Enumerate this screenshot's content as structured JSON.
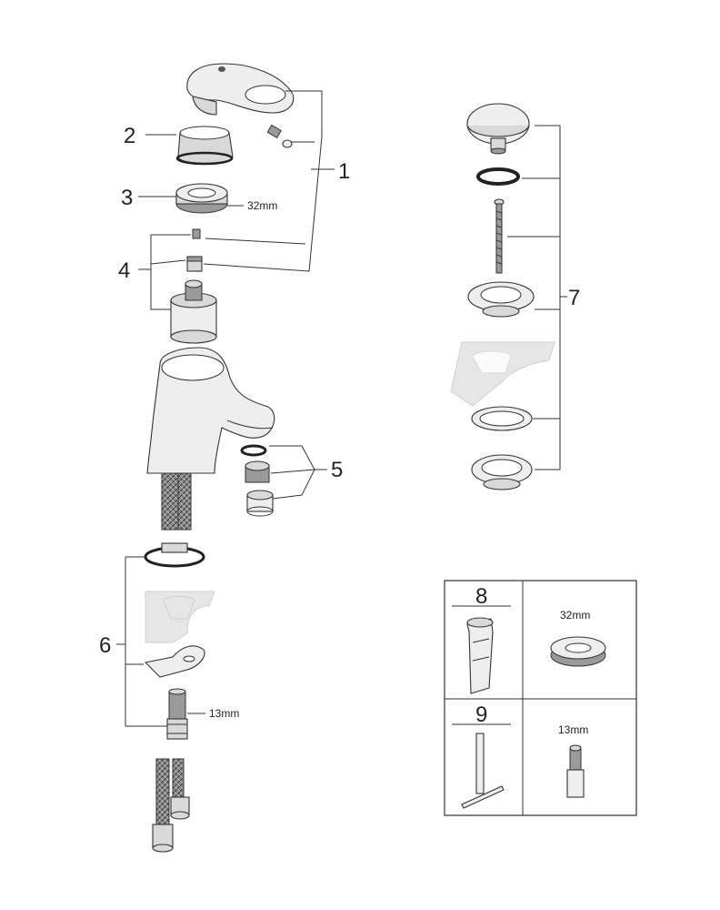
{
  "callouts": {
    "c1": "1",
    "c2": "2",
    "c3": "3",
    "c4": "4",
    "c5": "5",
    "c6": "6",
    "c7": "7"
  },
  "dimensions": {
    "nut_3": "32mm",
    "fix_6": "13mm"
  },
  "tool_table": {
    "item_8": "8",
    "item_8_size": "32mm",
    "item_9": "9",
    "item_9_size": "13mm"
  }
}
